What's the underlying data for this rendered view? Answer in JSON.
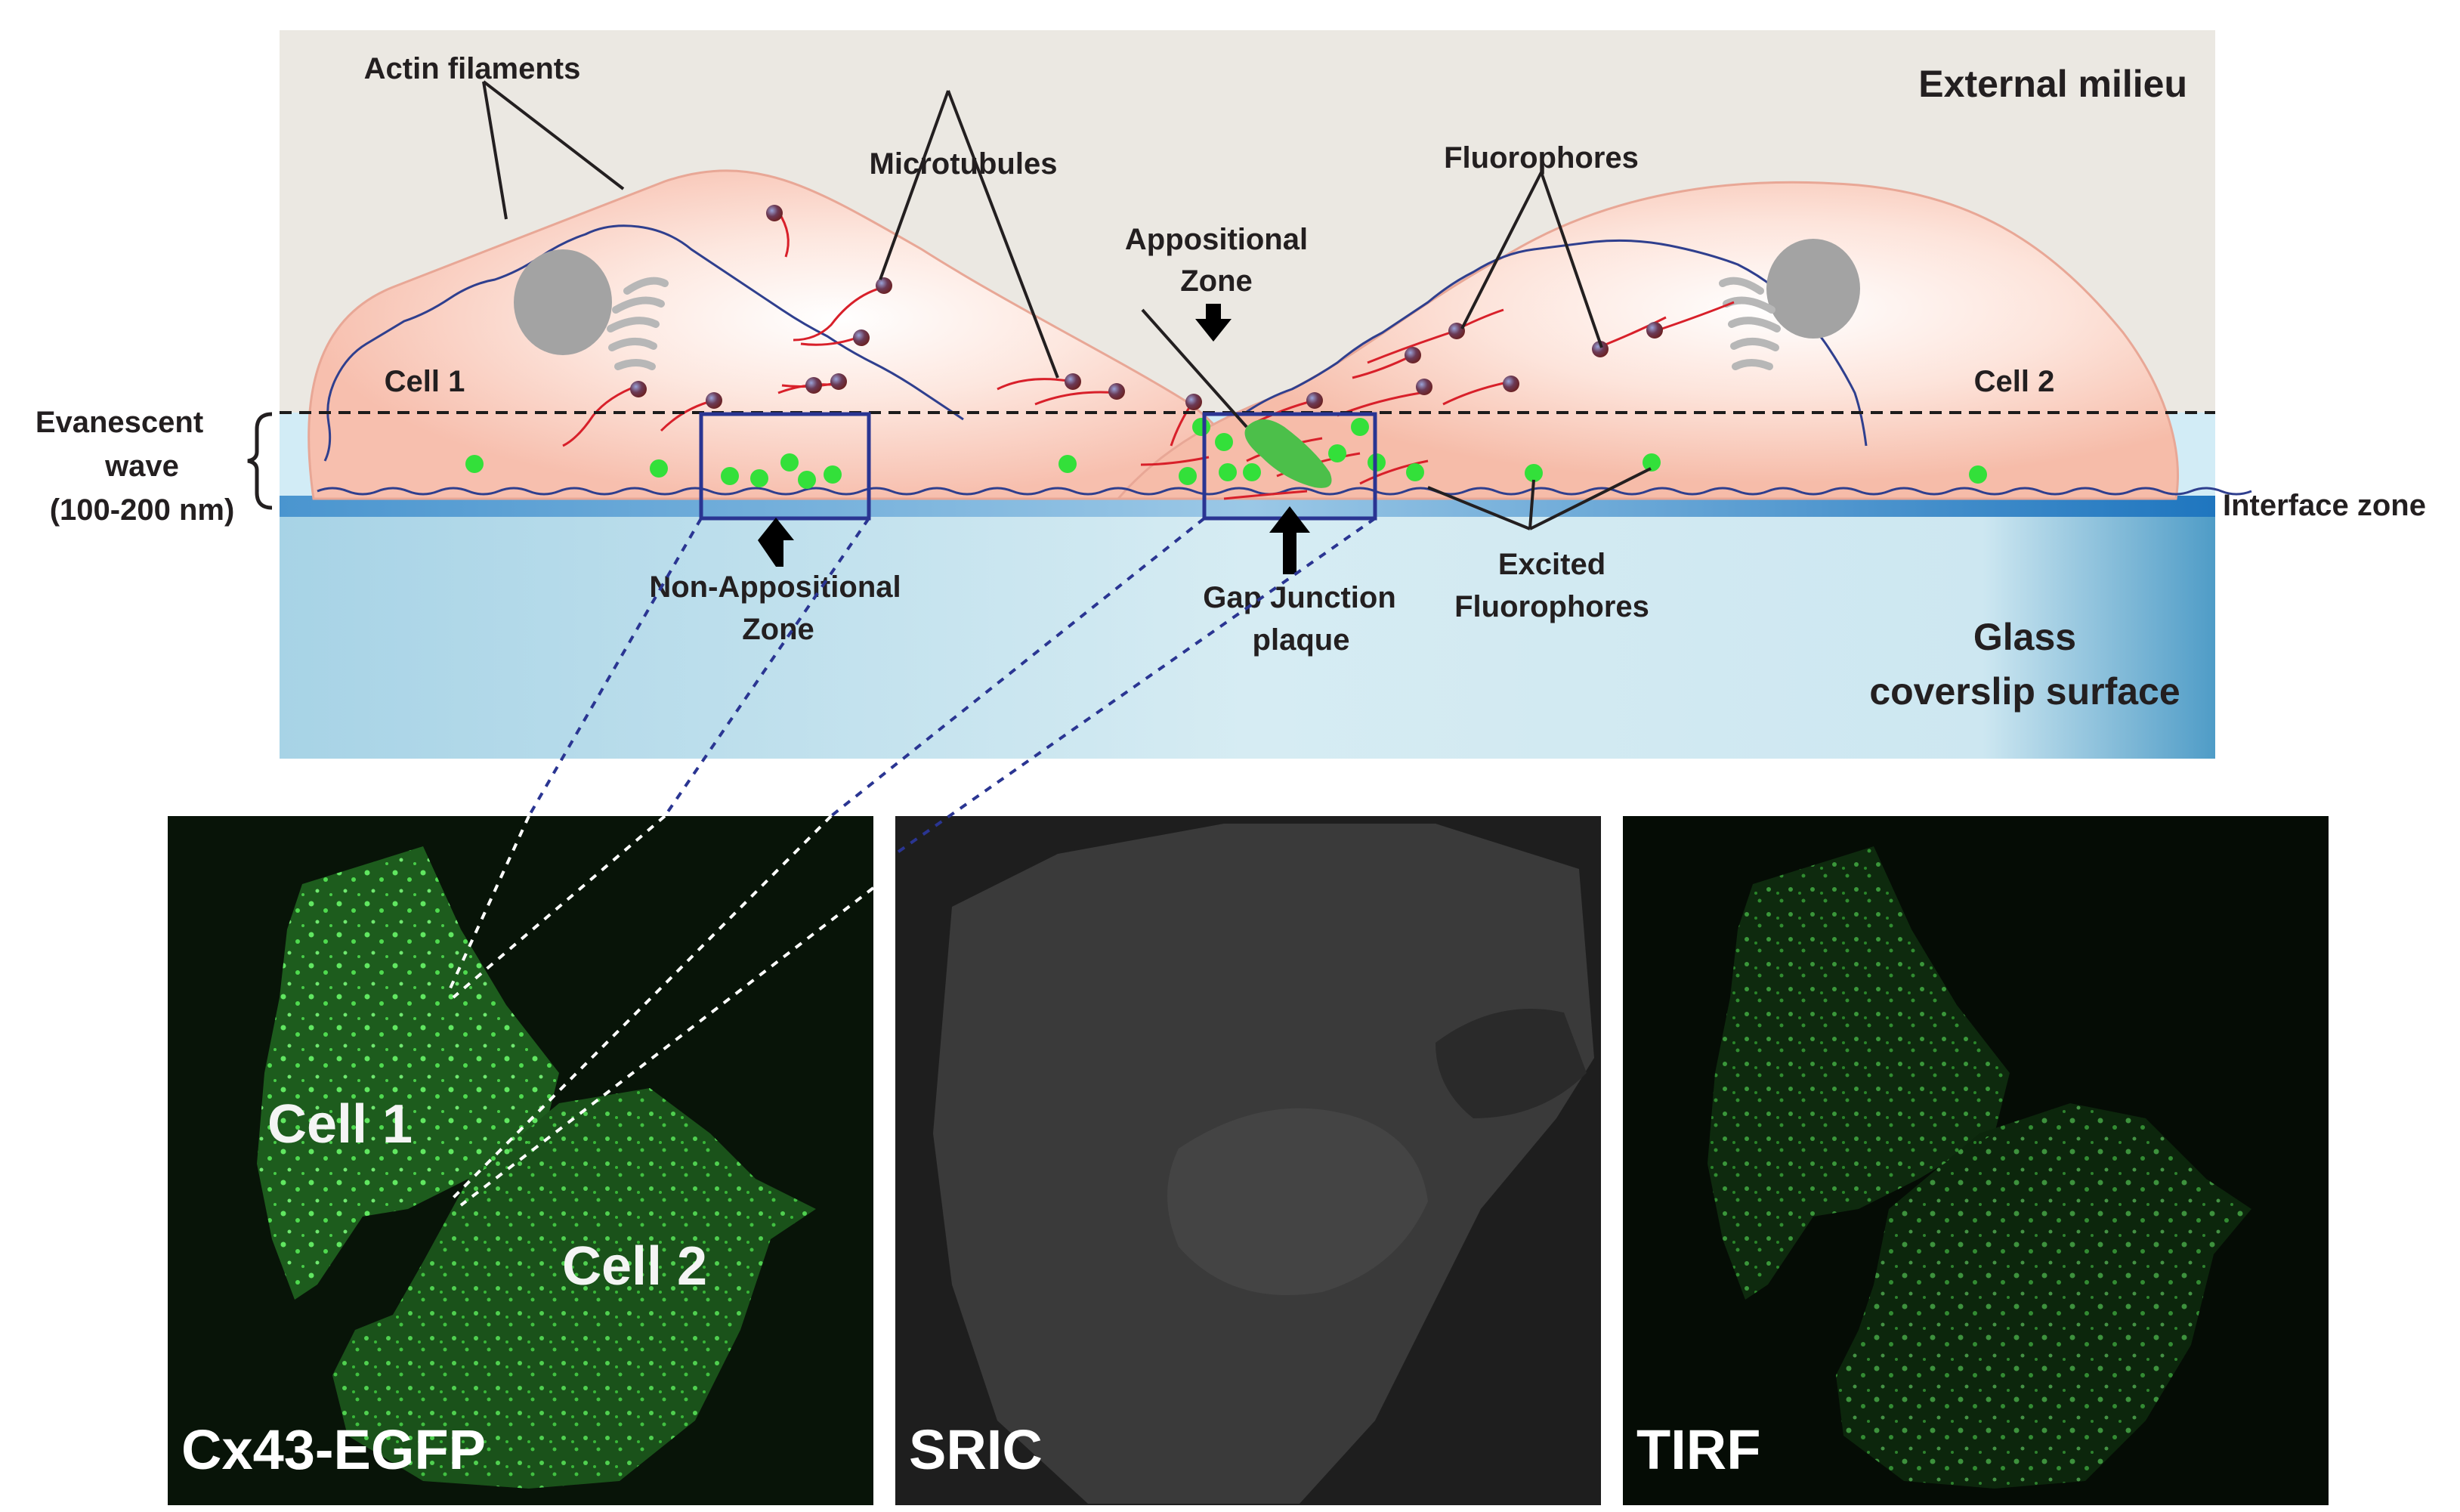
{
  "labels": {
    "external_milieu": "External milieu",
    "actin_filaments": "Actin filaments",
    "microtubules": "Microtubules",
    "fluorophores": "Fluorophores",
    "appositional_zone_1": "Appositional",
    "appositional_zone_2": "Zone",
    "cell1": "Cell 1",
    "cell2": "Cell 2",
    "evanescent_1": "Evanescent",
    "evanescent_2": "wave",
    "evanescent_3": "(100-200 nm)",
    "interface_zone": "Interface zone",
    "non_appositional_1": "Non-Appositional",
    "non_appositional_2": "Zone",
    "gap_junction_1": "Gap Junction",
    "gap_junction_2": "plaque",
    "excited_1": "Excited",
    "excited_2": "Fluorophores",
    "glass_1": "Glass",
    "glass_2": "coverslip surface"
  },
  "panels": [
    {
      "id": "cx43",
      "label": "Cx43-EGFP",
      "cell1": "Cell 1",
      "cell2": "Cell 2"
    },
    {
      "id": "sric",
      "label": "SRIC"
    },
    {
      "id": "tirf",
      "label": "TIRF"
    }
  ],
  "colors": {
    "external_bg": "#ebe8e2",
    "cell_fill": "#f9c6b6",
    "actin": "#2f3f8e",
    "microtubule": "#d8202a",
    "fluorophore_dot": "#6b3030",
    "excited_dot": "#33e03a",
    "glass_top": "#cfe7f1",
    "interface": "#2f86c8",
    "zone_box": "#2a3592",
    "gap_junction": "#4cbf4a",
    "egfp": "#22c42a"
  },
  "icons": [
    "down-arrow-icon",
    "up-arrow-icon",
    "nucleus-icon",
    "golgi-icon"
  ]
}
